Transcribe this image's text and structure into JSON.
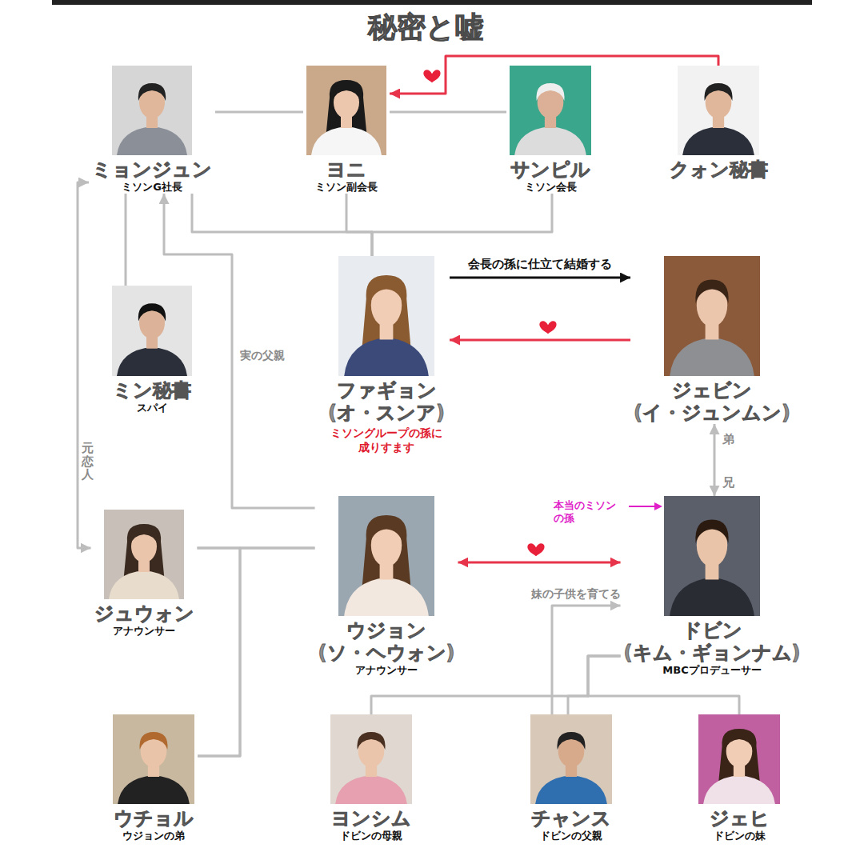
{
  "diagram": {
    "title": "秘密と嘘",
    "nodes": [
      {
        "text": [
          "ミョンジュン",
          "ミソンG社長"
        ]
      },
      {
        "text": [
          "ヨニ",
          "ミソン副会長"
        ]
      },
      {
        "text": [
          "サンピル",
          "ミソン会長"
        ]
      },
      {
        "text": [
          "クォン秘書"
        ]
      },
      {
        "text": [
          "ミン秘書",
          "スパイ"
        ]
      },
      {
        "text": [
          "ファギョン",
          "(オ・スンア)",
          "ミソングループの孫に 成りすます"
        ]
      },
      {
        "text": [
          "ジェビン",
          "(イ・ジュンムン)"
        ]
      },
      {
        "text": [
          "ジュウォン",
          "アナウンサー"
        ]
      },
      {
        "text": [
          "ウジョン",
          "(ソ・ヘウォン)",
          "アナウンサー"
        ]
      },
      {
        "text": [
          "ドビン",
          "(キム・ギョンナム)",
          "MBCプロデューサー"
        ]
      },
      {
        "text": [
          "ウチョル",
          "ウジョンの弟"
        ]
      },
      {
        "text": [
          "ヨンシム",
          "ドビンの母親"
        ]
      },
      {
        "text": [
          "チャンス",
          "ドビンの父親"
        ]
      },
      {
        "text": [
          "ジェヒ",
          "ドビンの妹"
        ]
      }
    ],
    "edges": [
      {
        "from": 0,
        "to": 1,
        "arrow": "none"
      },
      {
        "from": 1,
        "to": 2,
        "arrow": "none"
      },
      {
        "from": 3,
        "to": 1,
        "arrow": "to"
      },
      {
        "from": 0,
        "to": 5,
        "arrow": "none"
      },
      {
        "from": 1,
        "to": 5,
        "arrow": "none"
      },
      {
        "from": 2,
        "to": 5,
        "arrow": "none"
      },
      {
        "from": 5,
        "to": 6,
        "label": "会長の孫に仕立て結婚する",
        "arrow": "to"
      },
      {
        "from": 6,
        "to": 5,
        "arrow": "to"
      },
      {
        "from": 0,
        "to": 4,
        "arrow": "none"
      },
      {
        "from": 8,
        "to": 0,
        "label": "実の父親",
        "arrow": "to"
      },
      {
        "from": 0,
        "to": 7,
        "label": "元恋人",
        "arrow": "both"
      },
      {
        "from": 7,
        "to": 8,
        "arrow": "none"
      },
      {
        "from": 7,
        "to": 10,
        "arrow": "none"
      },
      {
        "from": 8,
        "to": 10,
        "arrow": "none"
      },
      {
        "from": 8,
        "to": 9,
        "arrow": "both"
      },
      {
        "from": 6,
        "to": 9,
        "arrow": "both"
      },
      {
        "from": 12,
        "to": 9,
        "label": "妹の子供を育てる",
        "arrow": "to"
      },
      {
        "from": 9,
        "to": 11,
        "arrow": "none"
      },
      {
        "from": 9,
        "to": 12,
        "arrow": "none"
      },
      {
        "from": 9,
        "to": 13,
        "arrow": "none"
      }
    ],
    "labels": [
      "本当のミソン の孫",
      "弟",
      "兄"
    ]
  }
}
